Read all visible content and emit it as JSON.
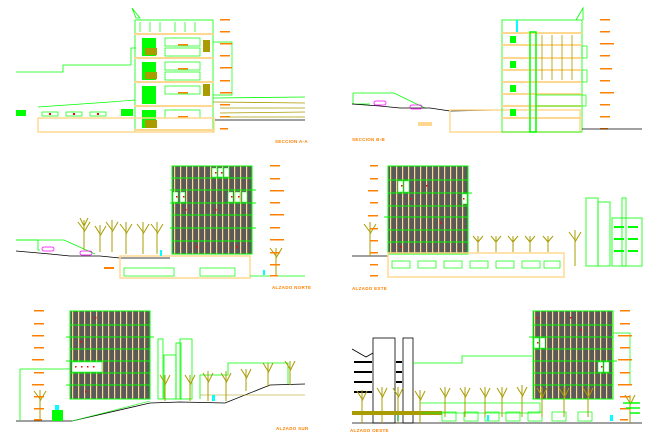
{
  "colors": {
    "green": "#00ff00",
    "olive": "#a89c00",
    "sand": "#ffd890",
    "orange": "#ff8000",
    "red": "#ff0000",
    "gray": "#5a5a5a",
    "magenta": "#ff00ff",
    "cyan": "#00ffff",
    "black": "#000000",
    "background": "#ffffff"
  },
  "drawings": [
    {
      "id": "seccion-a-a",
      "title": "SECCION A-A",
      "type": "section",
      "position": "top-left",
      "levels": 9
    },
    {
      "id": "seccion-b-b",
      "title": "SECCION B-B",
      "type": "section",
      "position": "top-right",
      "levels": 10
    },
    {
      "id": "alzado-norte",
      "title": "ALZADO NORTE",
      "type": "elevation",
      "position": "middle-left",
      "levels": 10
    },
    {
      "id": "alzado-este",
      "title": "ALZADO ESTE",
      "type": "elevation",
      "position": "middle-right",
      "levels": 9
    },
    {
      "id": "alzado-sur",
      "title": "ALZADO SUR",
      "type": "elevation",
      "position": "bottom-left",
      "levels": 9
    },
    {
      "id": "alzado-oeste",
      "title": "ALZADO OESTE",
      "type": "elevation",
      "position": "bottom-right",
      "levels": 9
    }
  ]
}
